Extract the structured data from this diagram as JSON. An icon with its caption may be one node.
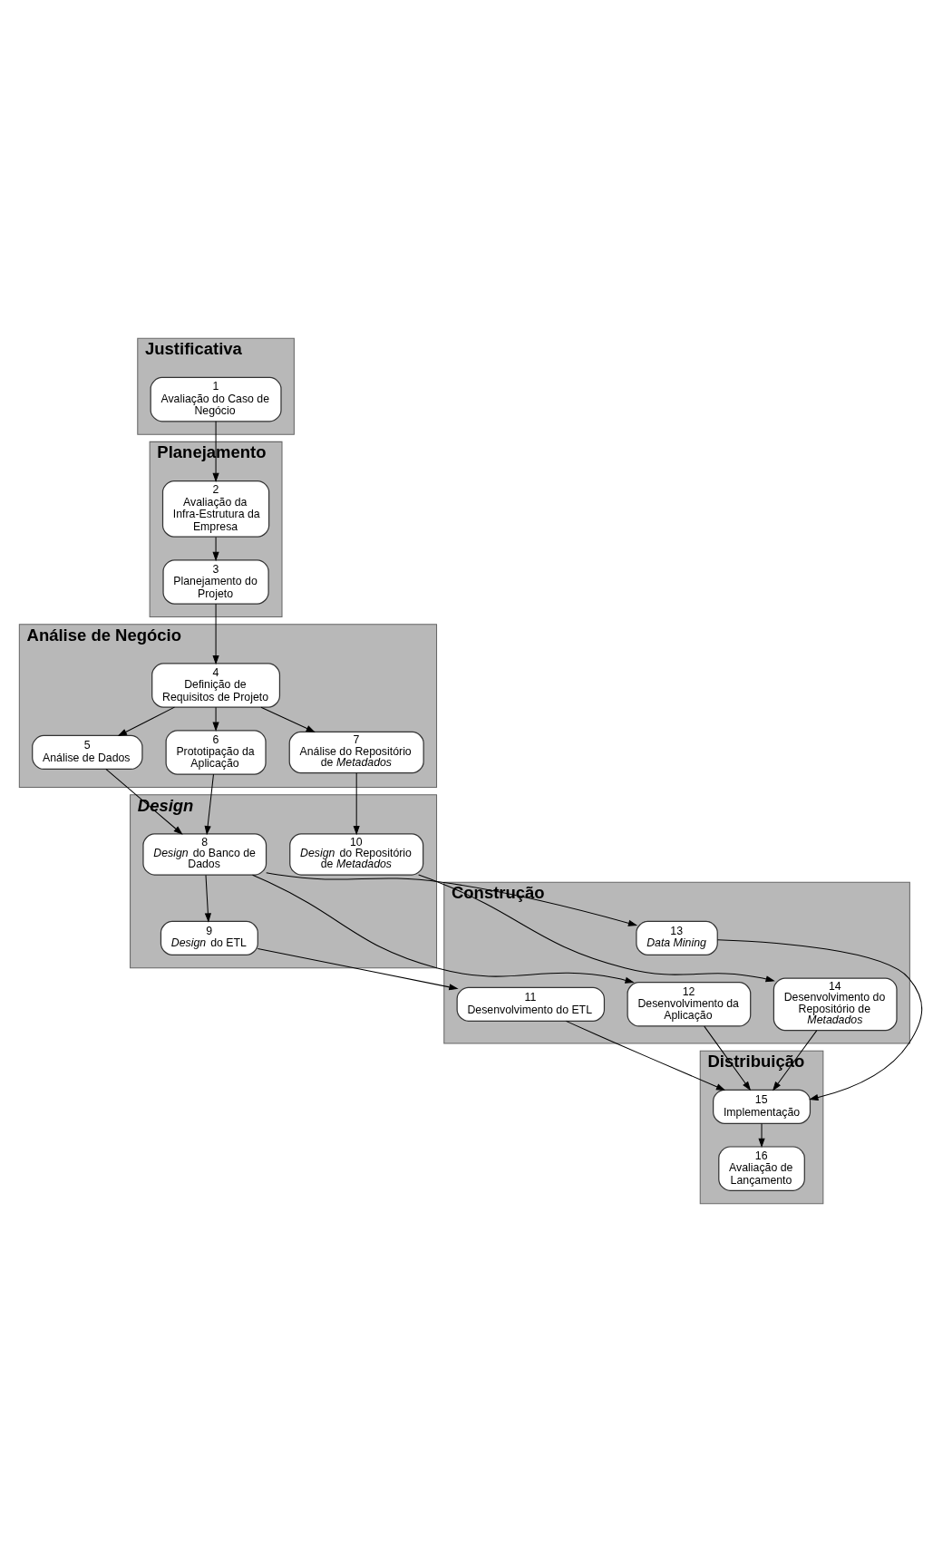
{
  "diagram": {
    "nodes": [
      {
        "text": [
          "Justificativa"
        ]
      },
      {
        "text": [
          "1",
          "Avaliação do Caso de Negócio"
        ],
        "in": 0
      },
      {
        "text": [
          "Planejamento"
        ]
      },
      {
        "text": [
          "2",
          "Avaliação da Infra-Estrutura da Empresa"
        ],
        "in": 2
      },
      {
        "text": [
          "3",
          "Planejamento do Projeto"
        ],
        "in": 2
      },
      {
        "text": [
          "Análise de Negócio"
        ]
      },
      {
        "text": [
          "4",
          "Definição de Requisitos de Projeto"
        ],
        "in": 5
      },
      {
        "text": [
          "5",
          "Análise de Dados"
        ],
        "in": 5
      },
      {
        "text": [
          "6",
          "Prototipação da Aplicação"
        ],
        "in": 5
      },
      {
        "text": [
          "7",
          "Análise do Repositório de *Metadados*"
        ],
        "in": 5
      },
      {
        "text": [
          "Design"
        ]
      },
      {
        "text": [
          "8",
          "*Design* do Banco de Dados"
        ],
        "in": 10
      },
      {
        "text": [
          "9",
          "*Design* do ETL"
        ],
        "in": 10
      },
      {
        "text": [
          "10",
          "*Design* do Repositório de *Metadados*"
        ],
        "in": 10
      },
      {
        "text": [
          "Construção"
        ]
      },
      {
        "text": [
          "12",
          "Desenvolvimento da Aplicação"
        ],
        "in": 14
      },
      {
        "text": [
          "14",
          "Desenvolvimento do Repositório de *Metadados*"
        ],
        "in": 14
      },
      {
        "text": [
          "11",
          "Desenvolvimento do ETL"
        ],
        "in": 14
      },
      {
        "text": [
          "13",
          "*Data Mining*"
        ],
        "in": 14
      },
      {
        "text": [
          "Distribuição"
        ]
      },
      {
        "text": [
          "15",
          "Implementação"
        ],
        "in": 19
      },
      {
        "text": [
          "16",
          "Avaliação de Lançamento"
        ],
        "in": 19
      }
    ],
    "edges": [
      {
        "from": 1,
        "to": 3,
        "arrow": "to"
      },
      {
        "from": 3,
        "to": 4,
        "arrow": "to"
      },
      {
        "from": 4,
        "to": 6,
        "arrow": "to"
      },
      {
        "from": 6,
        "to": 7,
        "arrow": "to"
      },
      {
        "from": 6,
        "to": 8,
        "arrow": "to"
      },
      {
        "from": 6,
        "to": 9,
        "arrow": "to"
      },
      {
        "from": 7,
        "to": 11,
        "arrow": "to"
      },
      {
        "from": 8,
        "to": 11,
        "arrow": "to"
      },
      {
        "from": 9,
        "to": 13,
        "arrow": "to"
      },
      {
        "from": 11,
        "to": 12,
        "arrow": "to"
      },
      {
        "from": 11,
        "to": 15,
        "arrow": "to"
      },
      {
        "from": 11,
        "to": 18,
        "arrow": "to"
      },
      {
        "from": 12,
        "to": 17,
        "arrow": "to"
      },
      {
        "from": 13,
        "to": 16,
        "arrow": "to"
      },
      {
        "from": 15,
        "to": 20,
        "arrow": "to"
      },
      {
        "from": 17,
        "to": 20,
        "arrow": "to"
      },
      {
        "from": 18,
        "to": 20,
        "arrow": "to"
      },
      {
        "from": 16,
        "to": 20,
        "arrow": "to"
      },
      {
        "from": 20,
        "to": 21,
        "arrow": "to"
      }
    ]
  }
}
